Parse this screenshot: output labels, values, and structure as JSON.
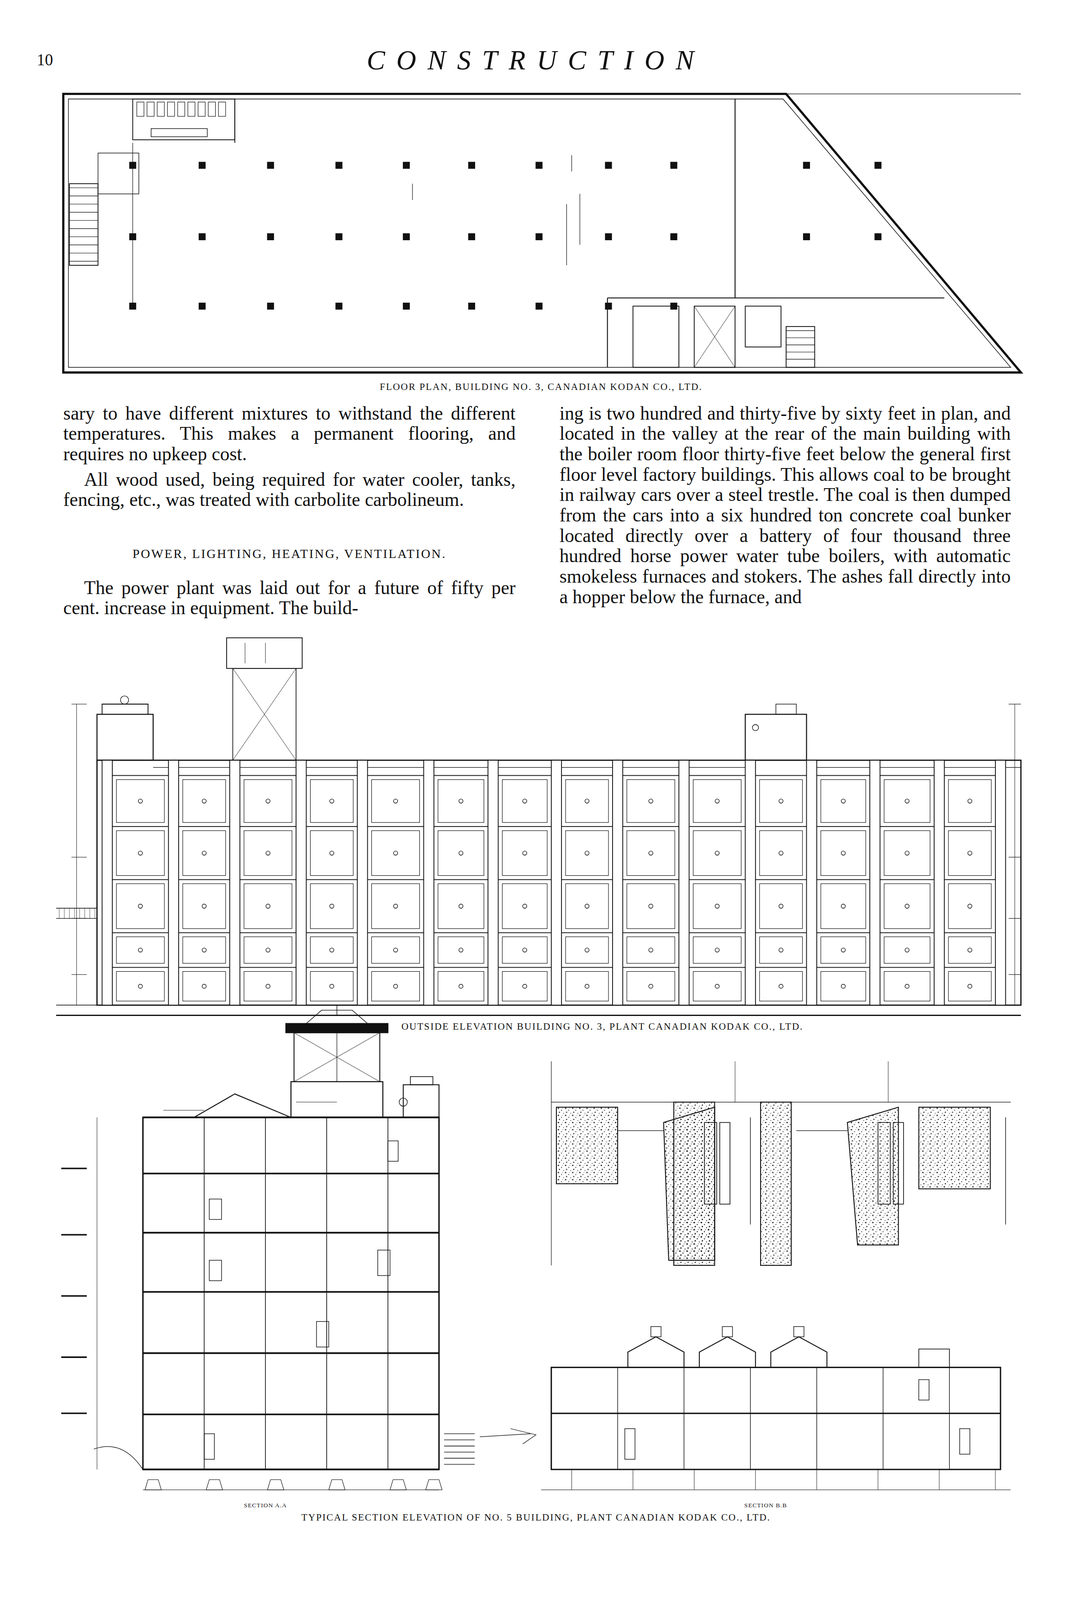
{
  "diagram": {
    "title": "CONSTRUCTION",
    "caption": "TYPICAL SECTION ELEVATION OF NO. 5 BUILDING, PLANT CANADIAN KODAK CO., LTD.",
    "labels": [
      "10",
      "FLOOR PLAN, BUILDING NO. 3, CANADIAN KODAN CO., LTD.",
      "sary to have different mixtures to withstand the different temperatures. This makes a permanent flooring, and requires no upkeep cost.",
      "All wood used, being required for water cooler, tanks, fencing, etc., was treated with carbolite carbolineum.",
      "POWER, LIGHTING, HEATING, VENTILATION.",
      "The power plant was laid out for a future of fifty per cent. increase in equipment. The build-",
      "ing is two hundred and thirty-five by sixty feet in plan, and located in the valley at the rear of the main building with the boiler room floor thirty-five feet below the general first floor level factory buildings. This allows coal to be brought in railway cars over a steel trestle. The coal is then dumped from the cars into a six hundred ton concrete coal bunker located directly over a battery of four thousand three hundred horse power water tube boilers, with automatic smokeless furnaces and stokers. The ashes fall directly into a hopper below the furnace, and",
      "OUTSIDE ELEVATION BUILDING NO. 3, PLANT CANADIAN KODAK CO., LTD.",
      "SECTION A.A",
      "SECTION B.B"
    ]
  }
}
